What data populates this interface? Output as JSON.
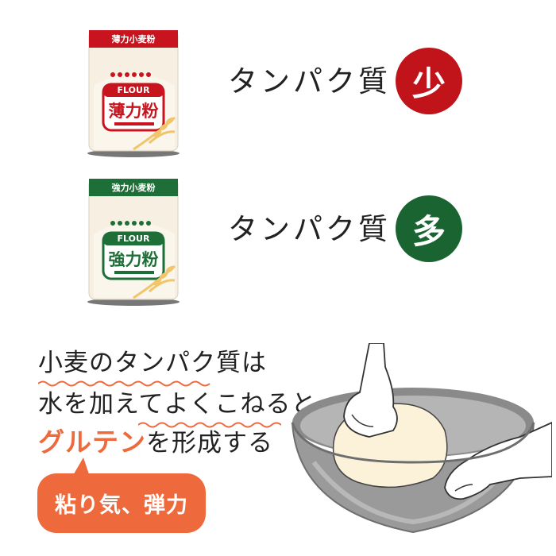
{
  "bags": [
    {
      "top_label": "薄力小麦粉",
      "brand": "FLOUR",
      "name": "薄力粉",
      "color": "#c8141e"
    },
    {
      "top_label": "強力小麦粉",
      "brand": "FLOUR",
      "name": "強力粉",
      "color": "#1e6e37"
    }
  ],
  "rows": [
    {
      "label": "タンパク質",
      "badge": "少",
      "badge_color": "#c0141a"
    },
    {
      "label": "タンパク質",
      "badge": "多",
      "badge_color": "#1a6432"
    }
  ],
  "explanation": {
    "line1": "小麦のタンパク質は",
    "line2": "水を加えてよくこねると、",
    "line3_highlight": "グルテン",
    "line3_rest": "を形成する"
  },
  "bubble": {
    "text": "粘り気、弾力"
  },
  "colors": {
    "accent": "#ee6a3c"
  }
}
